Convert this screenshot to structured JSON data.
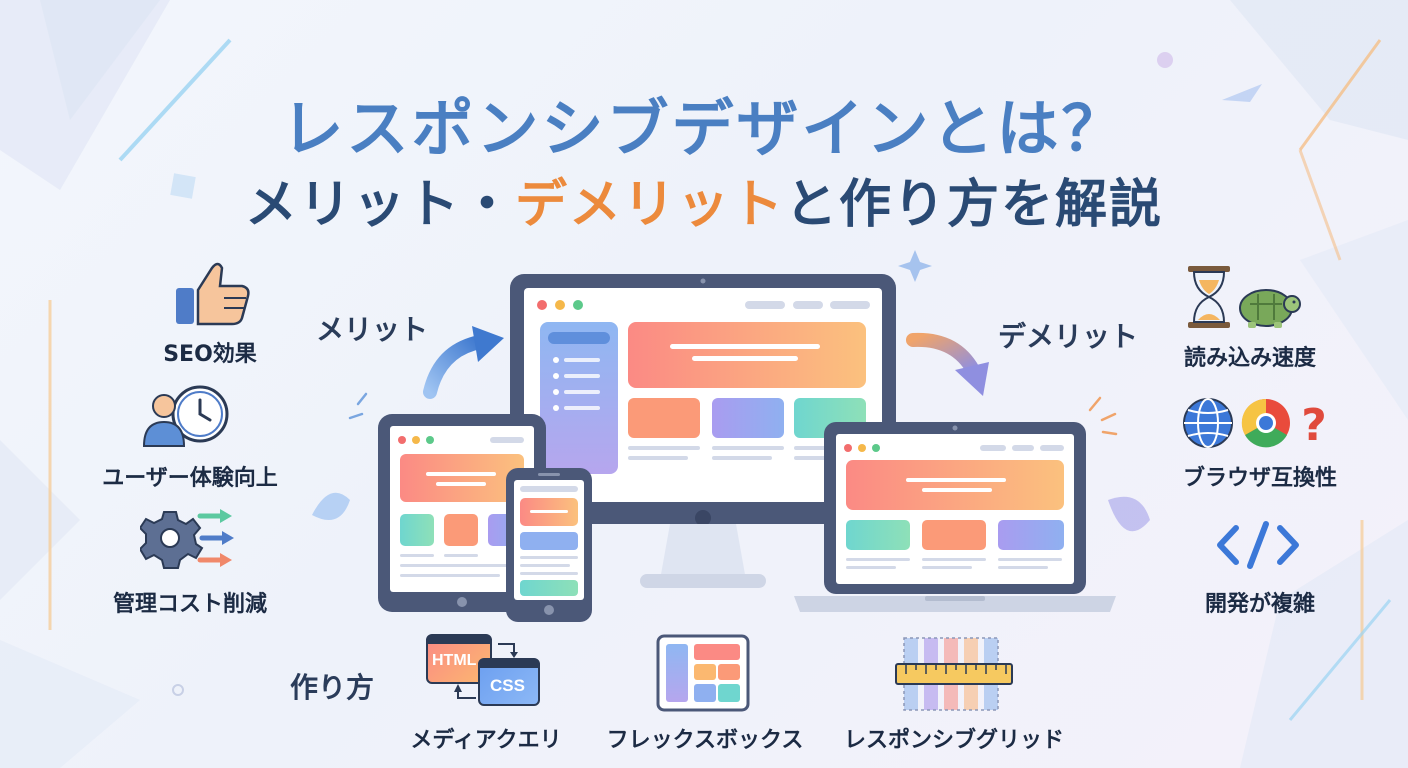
{
  "title": {
    "line1": "レスポンシブデザインとは？",
    "line2_a": "メリット・",
    "line2_b": "デメリット",
    "line2_c": "と作り方を解説"
  },
  "sections": {
    "merit": "メリット",
    "demerit": "デメリット",
    "howto": "作り方"
  },
  "merits": [
    {
      "label": "SEO効果",
      "icon": "thumbs-up-icon"
    },
    {
      "label": "ユーザー体験向上",
      "icon": "user-clock-icon"
    },
    {
      "label": "管理コスト削減",
      "icon": "gear-arrows-icon"
    }
  ],
  "demerits": [
    {
      "label": "読み込み速度",
      "icon": "hourglass-turtle-icon"
    },
    {
      "label": "ブラウザ互換性",
      "icon": "browsers-question-icon"
    },
    {
      "label": "開発が複雑",
      "icon": "code-icon"
    }
  ],
  "howto": [
    {
      "label": "メディアクエリ",
      "icon": "html-css-icon",
      "icon_text_1": "HTML",
      "icon_text_2": "CSS"
    },
    {
      "label": "フレックスボックス",
      "icon": "flexbox-layout-icon"
    },
    {
      "label": "レスポンシブグリッド",
      "icon": "grid-ruler-icon"
    }
  ],
  "colors": {
    "title_blue": "#4a7fc2",
    "title_navy": "#2a4a74",
    "accent_orange": "#ec8a3c",
    "device_frame": "#4b5878"
  }
}
